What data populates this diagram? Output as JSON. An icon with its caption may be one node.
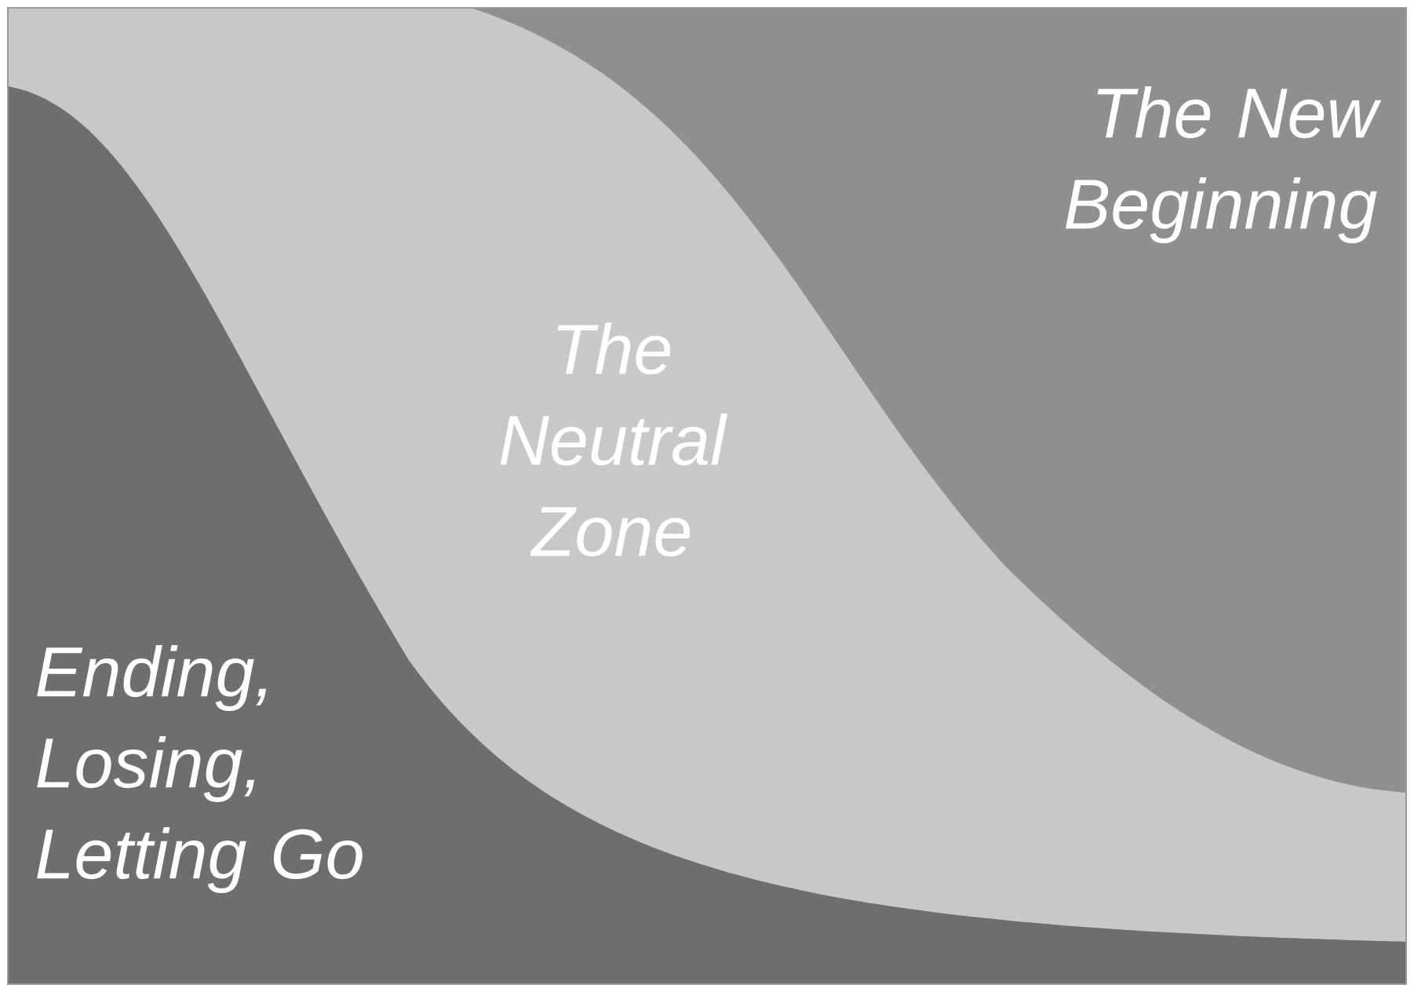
{
  "diagram": {
    "nodes": [
      {
        "text": [
          "Ending, Losing, Letting Go"
        ]
      },
      {
        "text": [
          "The Neutral Zone"
        ]
      },
      {
        "text": [
          "The New Beginning"
        ]
      }
    ]
  }
}
